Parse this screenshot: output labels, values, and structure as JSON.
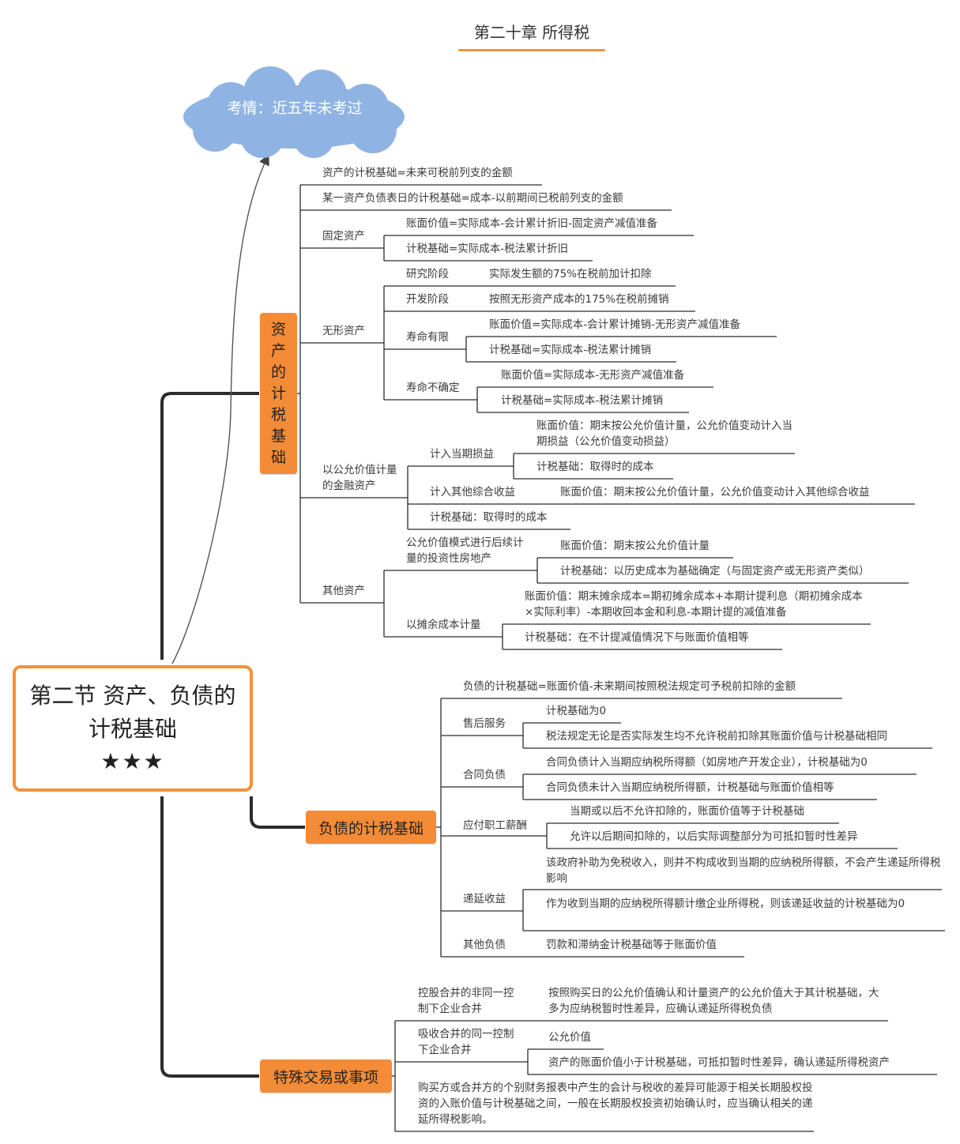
{
  "chapter_title": "第二十章 所得税",
  "cloud": {
    "text": "考情：近五年未考过"
  },
  "central": {
    "title": "第二节 资产、负债的计税基础",
    "stars": "★★★"
  },
  "assets": {
    "branch": [
      "资",
      "产",
      "的",
      "计",
      "税",
      "基",
      "础"
    ],
    "definition": "资产的计税基础=未来可税前列支的金额",
    "balance_date": "某一资产负债表日的计税基础=成本-以前期间已税前列支的金额",
    "fixed": {
      "label": "固定资产",
      "book": "账面价值=实际成本-会计累计折旧-固定资产减值准备",
      "tax": "计税基础=实际成本-税法累计折旧"
    },
    "intangible": {
      "label": "无形资产",
      "research_label": "研究阶段",
      "research": "实际发生额的75%在税前加计扣除",
      "develop_label": "开发阶段",
      "develop": "按照无形资产成本的175%在税前摊销",
      "finite_label": "寿命有限",
      "finite_book": "账面价值=实际成本-会计累计摊销-无形资产减值准备",
      "finite_tax": "计税基础=实际成本-税法累计摊销",
      "indef_label": "寿命不确定",
      "indef_book": "账面价值=实际成本-无形资产减值准备",
      "indef_tax": "计税基础=实际成本-税法累计摊销"
    },
    "fvfa": {
      "label": "以公允价值计量的金融资产",
      "pl_label": "计入当期损益",
      "pl_book": "账面价值：期末按公允价值计量，公允价值变动计入当期损益（公允价值变动损益）",
      "pl_tax": "计税基础：取得时的成本",
      "oci_label": "计入其他综合收益",
      "oci_book": "账面价值：期末按公允价值计量，公允价值变动计入其他综合收益",
      "oci_tax": "计税基础：取得时的成本"
    },
    "other": {
      "label": "其他资产",
      "ip_label": "公允价值模式进行后续计量的投资性房地产",
      "ip_book": "账面价值：期末按公允价值计量",
      "ip_tax": "计税基础：以历史成本为基础确定（与固定资产或无形资产类似）",
      "ac_label": "以摊余成本计量",
      "ac_book": "账面价值：期末摊余成本=期初摊余成本+本期计提利息（期初摊余成本×实际利率）-本期收回本金和利息-本期计提的减值准备",
      "ac_tax": "计税基础：在不计提减值情况下与账面价值相等"
    }
  },
  "liabilities": {
    "branch": "负债的计税基础",
    "definition": "负债的计税基础=账面价值-未来期间按照税法规定可予税前扣除的金额",
    "aftersale": {
      "label": "售后服务",
      "a": "计税基础为0",
      "b": "税法规定无论是否实际发生均不允许税前扣除其账面价值与计税基础相同"
    },
    "contract": {
      "label": "合同负债",
      "a": "合同负债计入当期应纳税所得额（如房地产开发企业），计税基础为0",
      "b": "合同负债未计入当期应纳税所得额，计税基础与账面价值相等"
    },
    "payroll": {
      "label": "应付职工薪酬",
      "a": "当期或以后不允许扣除的，账面价值等于计税基础",
      "b": "允许以后期间扣除的，以后实际调整部分为可抵扣暂时性差异"
    },
    "deferred": {
      "label": "递延收益",
      "a": "该政府补助为免税收入，则并不构成收到当期的应纳税所得额，不会产生递延所得税影响",
      "b": "作为收到当期的应纳税所得额计缴企业所得税，则该递延收益的计税基础为0"
    },
    "other": {
      "label": "其他负债",
      "a": "罚款和滞纳金计税基础等于账面价值"
    }
  },
  "special": {
    "branch": "特殊交易或事项",
    "nonsame_label": "控股合并的非同一控制下企业合并",
    "nonsame": "按照购买日的公允价值确认和计量资产的公允价值大于其计税基础，大多为应纳税暂时性差异，应确认递延所得税负债",
    "same_label": "吸收合并的同一控制下企业合并",
    "same_a": "公允价值",
    "same_b": "资产的账面价值小于计税基础，可抵扣暂时性差异，确认递延所得税资产",
    "note": "购买方或合并方的个别财务报表中产生的会计与税收的差异可能源于相关长期股权投资的入账价值与计税基础之间，一般在长期股权投资初始确认时，应当确认相关的递延所得税影响。"
  },
  "colors": {
    "accent": "#f48b36",
    "cloud": "#8fb4e3",
    "line": "#2b2b2b"
  }
}
